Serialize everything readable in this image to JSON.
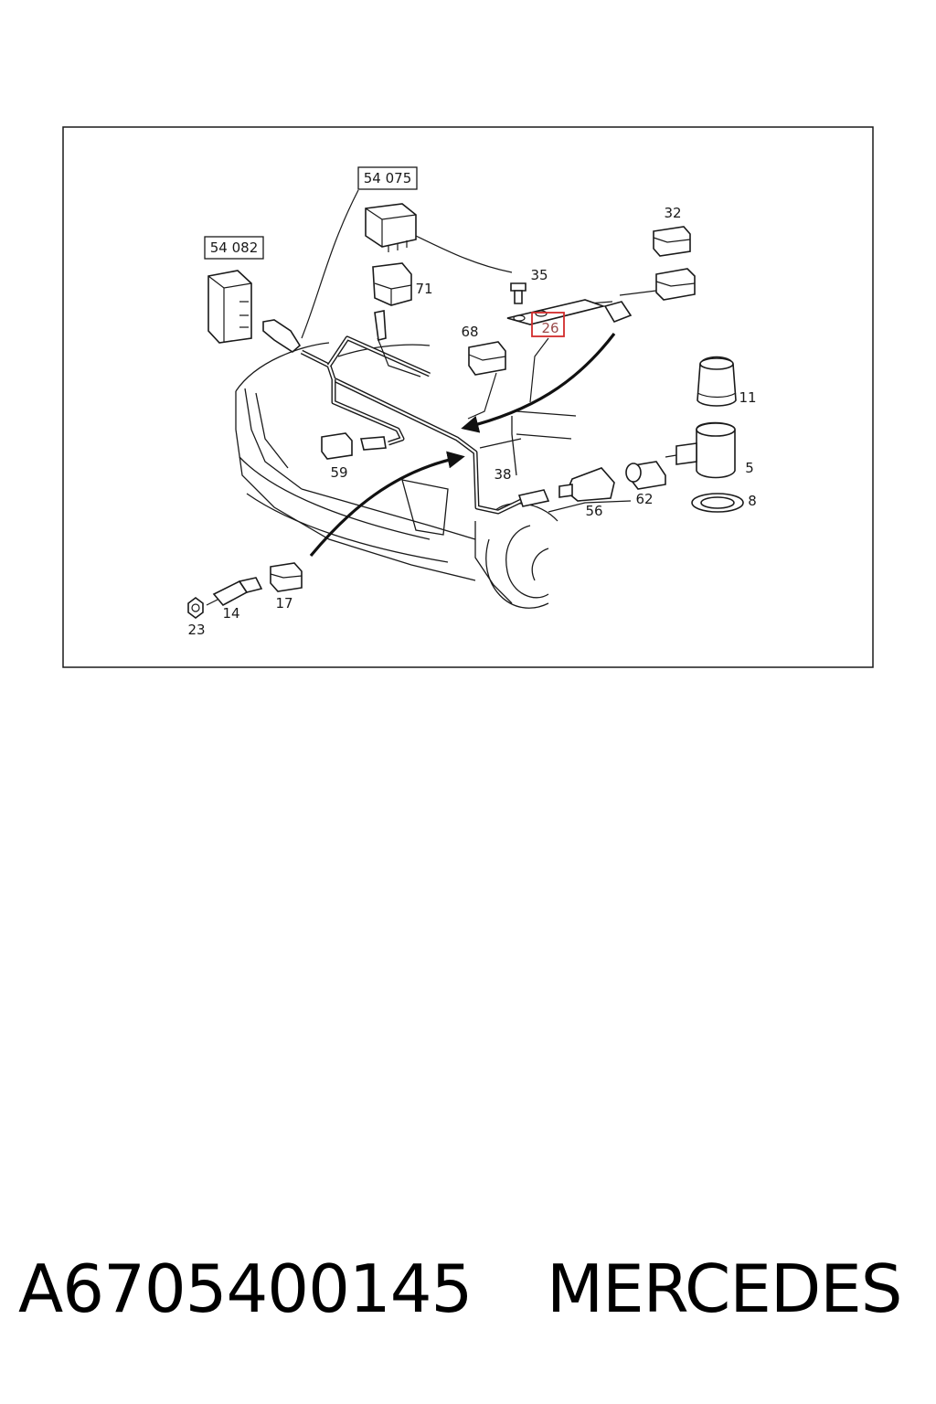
{
  "diagram": {
    "box_labels": [
      "54 075",
      "54 082"
    ],
    "callouts": [
      "32",
      "35",
      "71",
      "68",
      "26",
      "11",
      "5",
      "8",
      "62",
      "56",
      "38",
      "59",
      "17",
      "14",
      "23"
    ],
    "highlighted_callout": "26",
    "highlight_color": "#d22b2b"
  },
  "caption": {
    "part_number": "A6705400145",
    "brand": "MERCEDES"
  }
}
